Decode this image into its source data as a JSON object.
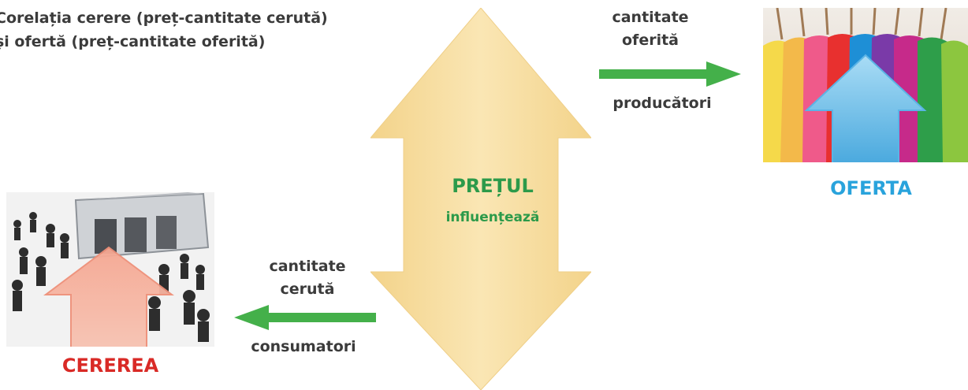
{
  "caption": {
    "line1": "Corelația cerere (preț-cantitate cerută)",
    "line2": "și ofertă (preț-cantitate oferită)"
  },
  "center": {
    "title": "PREȚUL",
    "subtitle": "influențează"
  },
  "supply": {
    "quantity_line1": "cantitate",
    "quantity_line2": "oferită",
    "actor": "producători",
    "title": "OFERTA"
  },
  "demand": {
    "quantity_line1": "cantitate",
    "quantity_line2": "cerută",
    "actor": "consumatori",
    "title": "CEREREA"
  },
  "colors": {
    "price_arrow": "#f8dea0",
    "flow_arrow": "#44b04a",
    "supply_arrow": "#72c3ea",
    "demand_arrow": "#f3a58f",
    "accent_green": "#2c9a4a",
    "accent_blue": "#29a3dc",
    "accent_red": "#d92a26"
  }
}
